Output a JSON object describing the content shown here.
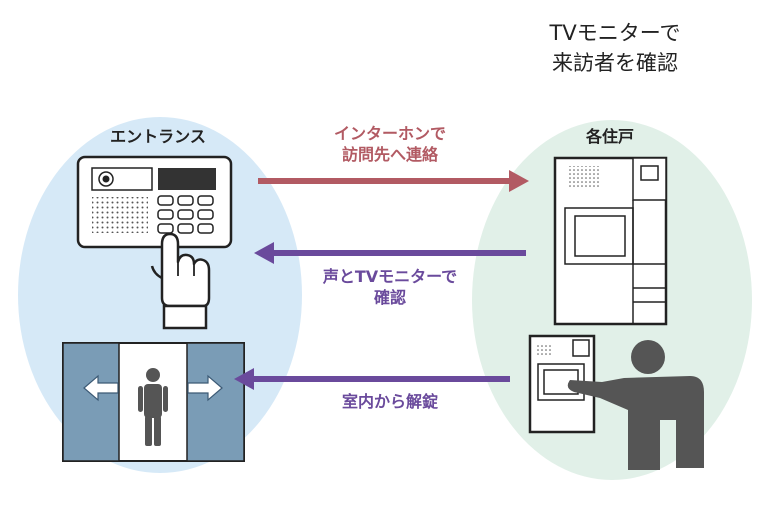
{
  "header": {
    "line1": "TVモニターで",
    "line2": "来訪者を確認"
  },
  "entrance": {
    "label": "エントランス"
  },
  "residence": {
    "label": "各住戸"
  },
  "flows": [
    {
      "line1": "インターホンで",
      "line2": "訪問先へ連絡",
      "direction": "to-residence",
      "color": "#b25a63"
    },
    {
      "line1": "声とTVモニターで",
      "line2": "確認",
      "direction": "to-entrance",
      "color": "#6a4a9c"
    },
    {
      "line1": "室内から解錠",
      "line2": "",
      "direction": "to-entrance",
      "color": "#6a4a9c"
    }
  ],
  "colors": {
    "entrance_bg": "#d6e9f7",
    "residence_bg": "#e1f0e8",
    "door_panel": "#7a9cb6",
    "person": "#555555"
  },
  "icons": [
    "intercom-panel-icon",
    "pointing-hand-icon",
    "auto-door-icon",
    "person-icon",
    "room-monitor-icon",
    "resident-silhouette-icon"
  ]
}
